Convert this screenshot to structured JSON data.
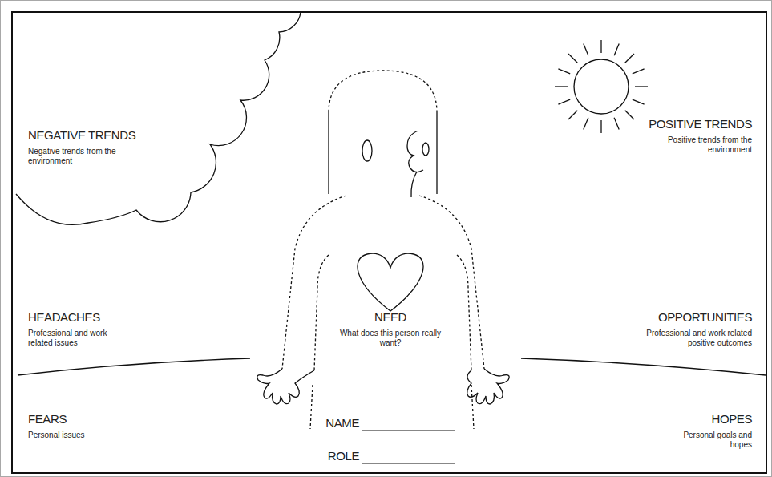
{
  "diagram": {
    "nodes": [
      {
        "text": [
          "NEGATIVE TRENDS",
          "Negative trends from the environment"
        ]
      }
    ],
    "labels": [
      "POSITIVE TRENDS",
      "Positive trends from the environment",
      "HEADACHES",
      "Professional and work related issues",
      "NEED",
      "What does this person really want?",
      "OPPORTUNITIES",
      "Professional and work related positive outcomes",
      "FEARS",
      "Personal issues",
      "NAME",
      "ROLE",
      "HOPES",
      "Personal goals and hopes"
    ]
  }
}
